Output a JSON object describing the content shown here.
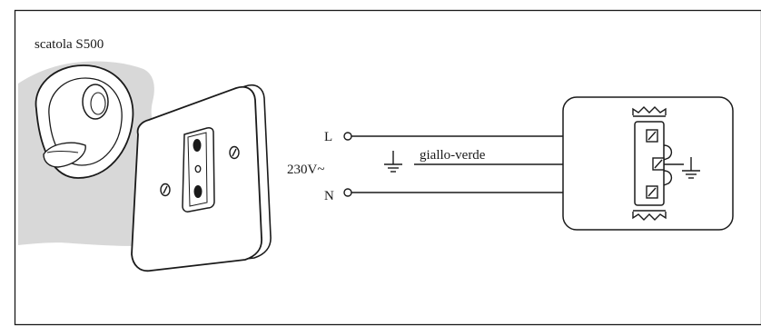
{
  "box_label": "scatola S500",
  "supply": {
    "line_label": "L",
    "voltage_label": "230V~",
    "neutral_label": "N",
    "earth_wire_label": "giallo-verde"
  },
  "colors": {
    "stroke": "#1a1a1a",
    "wall": "#d8d8d8",
    "background": "#ffffff"
  }
}
